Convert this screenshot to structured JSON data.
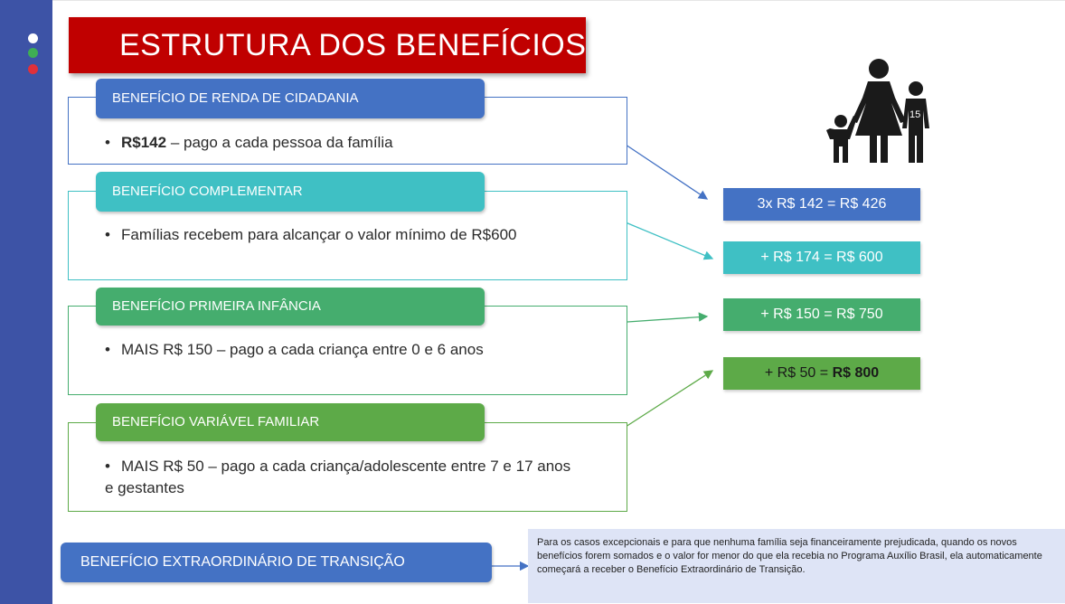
{
  "title": "ESTRUTURA DOS BENEFÍCIOS",
  "colors": {
    "sidebar": "#3d53a6",
    "title_bg": "#c00000",
    "blue": "#4472c4",
    "teal": "#3fc0c4",
    "green": "#45ad6e",
    "lightgreen": "#5daa48"
  },
  "icon": {
    "family": "family-icon",
    "badge": "15"
  },
  "benefits": [
    {
      "header": "BENEFÍCIO DE RENDA DE CIDADANIA",
      "bold": "R$142",
      "text": " – pago a cada pessoa da família"
    },
    {
      "header": "BENEFÍCIO COMPLEMENTAR",
      "bold": "",
      "text": "Famílias recebem para alcançar o valor mínimo de R$600"
    },
    {
      "header": "BENEFÍCIO PRIMEIRA INFÂNCIA",
      "bold": "",
      "text": "MAIS R$ 150 – pago a cada criança entre 0 e 6 anos"
    },
    {
      "header": "BENEFÍCIO VARIÁVEL FAMILIAR",
      "bold": "",
      "text": "MAIS R$ 50 – pago a cada criança/adolescente entre 7 e 17 anos e gestantes"
    }
  ],
  "calculations": [
    {
      "text": "3x R$ 142 = R$ 426",
      "bold": ""
    },
    {
      "text": "+ R$ 174 = R$ 600",
      "bold": ""
    },
    {
      "text": "+ R$ 150 = R$ 750",
      "bold": ""
    },
    {
      "text": "+ R$ 50 = ",
      "bold": "R$ 800"
    }
  ],
  "transition": {
    "header": "BENEFÍCIO EXTRAORDINÁRIO  DE TRANSIÇÃO",
    "note": "Para os casos excepcionais e para que nenhuma família seja financeiramente prejudicada, quando os novos benefícios forem somados e o valor for menor do que ela recebia no Programa Auxílio Brasil, ela automaticamente começará a receber o Benefício Extraordinário de Transição."
  }
}
